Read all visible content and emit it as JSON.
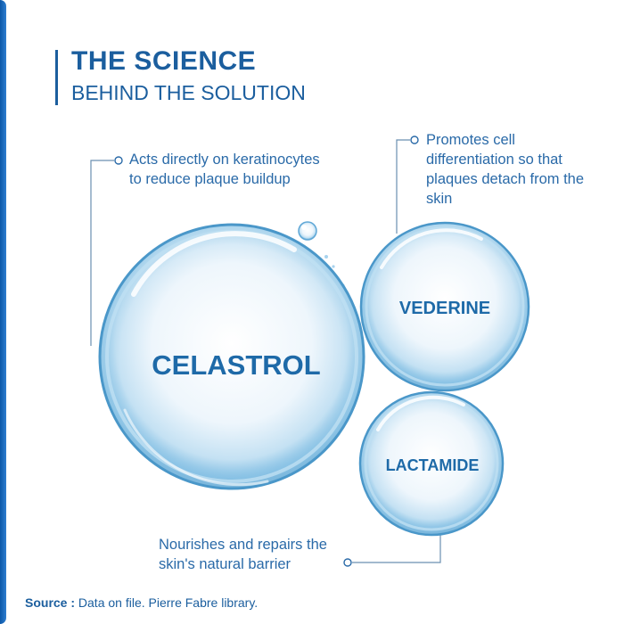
{
  "title": {
    "main": "THE SCIENCE",
    "sub": "BEHIND THE SOLUTION"
  },
  "bubbles": {
    "celastrol": "CELASTROL",
    "vederine": "VEDERINE",
    "lactamide": "LACTAMIDE"
  },
  "notes": {
    "celastrol": "Acts directly on keratinocytes to reduce plaque buildup",
    "vederine": "Promotes cell differentiation so that plaques detach from the skin",
    "lactamide": "Nourishes and repairs the skin's natural barrier"
  },
  "source": {
    "label": "Source :",
    "text": "Data on file. Pierre Fabre library."
  },
  "colors": {
    "brand_blue": "#1b5e9e",
    "text_blue": "#2a6aa8",
    "bubble_blue": "#6fb3dc"
  }
}
